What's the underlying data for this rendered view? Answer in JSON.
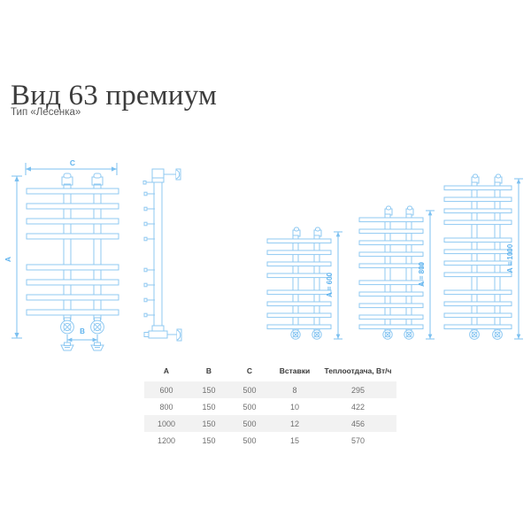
{
  "header": {
    "title": "Вид 63 премиум",
    "subtitle": "Тип «Лесенка»"
  },
  "colors": {
    "line": "#8fc9f2",
    "line_dark": "#5fb3ee",
    "label": "#5fb3ee",
    "title": "#3d3d3d",
    "subtitle": "#5a5a5a",
    "table_header": "#3a3a3a",
    "table_cell": "#6f6f6f",
    "table_alt_row": "#f2f2f2",
    "background": "#ffffff"
  },
  "drawings": {
    "main_front": {
      "name": "main-front-view",
      "dim_width_label": "C",
      "dim_height_label": "A",
      "dim_bottom_label": "B",
      "rungs": 8,
      "rung_groups": [
        4,
        4
      ]
    },
    "side_view": {
      "name": "side-view",
      "stubs": 8
    },
    "variants": [
      {
        "label": "A = 600",
        "rungs": 8,
        "height_mm": 600
      },
      {
        "label": "A = 800",
        "rungs": 10,
        "height_mm": 800
      },
      {
        "label": "A = 1000",
        "rungs": 12,
        "height_mm": 1000
      }
    ]
  },
  "table": {
    "headers": [
      "A",
      "B",
      "C",
      "Вставки",
      "Теплоотдача, Вт/ч"
    ],
    "rows": [
      [
        "600",
        "150",
        "500",
        "8",
        "295"
      ],
      [
        "800",
        "150",
        "500",
        "10",
        "422"
      ],
      [
        "1000",
        "150",
        "500",
        "12",
        "456"
      ],
      [
        "1200",
        "150",
        "500",
        "15",
        "570"
      ]
    ]
  }
}
